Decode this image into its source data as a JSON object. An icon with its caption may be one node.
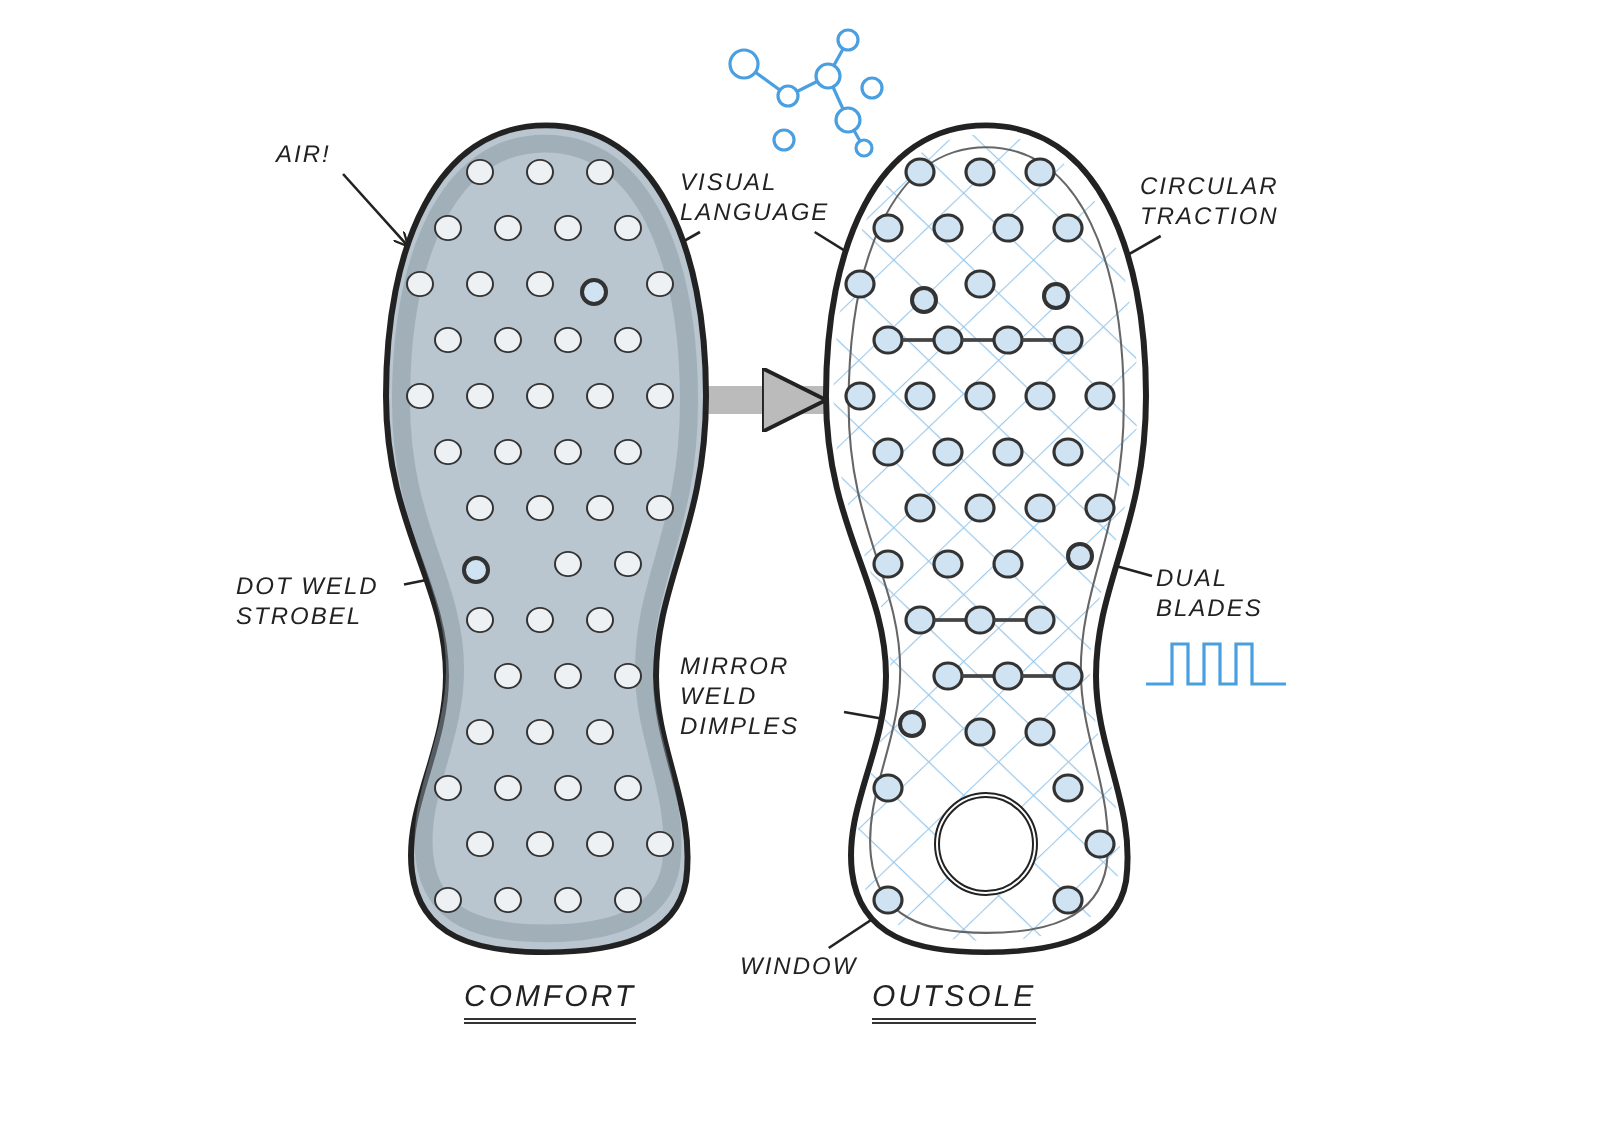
{
  "diagram": {
    "nodes": [
      {
        "text": [],
        "shape": "picture",
        "beside": [
          "COMFORT"
        ]
      },
      {
        "text": [],
        "shape": "picture",
        "beside": [
          "OUTSOLE"
        ]
      },
      {
        "text": [
          "AIR!"
        ]
      },
      {
        "text": [
          "VISUAL LANGUAGE"
        ]
      },
      {
        "text": [
          "DOT WELD STROBEL"
        ]
      },
      {
        "text": [
          "CIRCULAR TRACTION"
        ]
      },
      {
        "text": [
          "DUAL BLADES"
        ]
      },
      {
        "text": [
          "MIRROR WELD DIMPLES"
        ]
      },
      {
        "text": [
          "WINDOW"
        ]
      },
      {
        "text": [],
        "shape": "circle",
        "in": 0
      },
      {
        "text": [],
        "shape": "circle",
        "in": 0
      },
      {
        "text": [],
        "shape": "circle",
        "in": 1
      },
      {
        "text": [],
        "shape": "circle",
        "in": 1
      },
      {
        "text": [],
        "shape": "circle",
        "in": 1
      },
      {
        "text": [],
        "shape": "circle",
        "in": 1
      },
      {
        "text": [],
        "shape": "circle",
        "in": 1
      }
    ],
    "edges": [
      {
        "from": 2,
        "to": 0,
        "arrow": "to"
      },
      {
        "from": 0,
        "to": 1,
        "arrow": "to",
        "style": "thick",
        "color": "#bbbbbb"
      },
      {
        "from": 3,
        "to": 9,
        "arrow": "none"
      },
      {
        "from": 3,
        "to": 11,
        "arrow": "none"
      },
      {
        "from": 4,
        "to": 10,
        "arrow": "none"
      },
      {
        "from": 5,
        "to": 12,
        "arrow": "none"
      },
      {
        "from": 6,
        "to": 13,
        "arrow": "none"
      },
      {
        "from": 7,
        "to": 14,
        "arrow": "none"
      },
      {
        "from": 8,
        "to": 15,
        "arrow": "none"
      }
    ]
  }
}
